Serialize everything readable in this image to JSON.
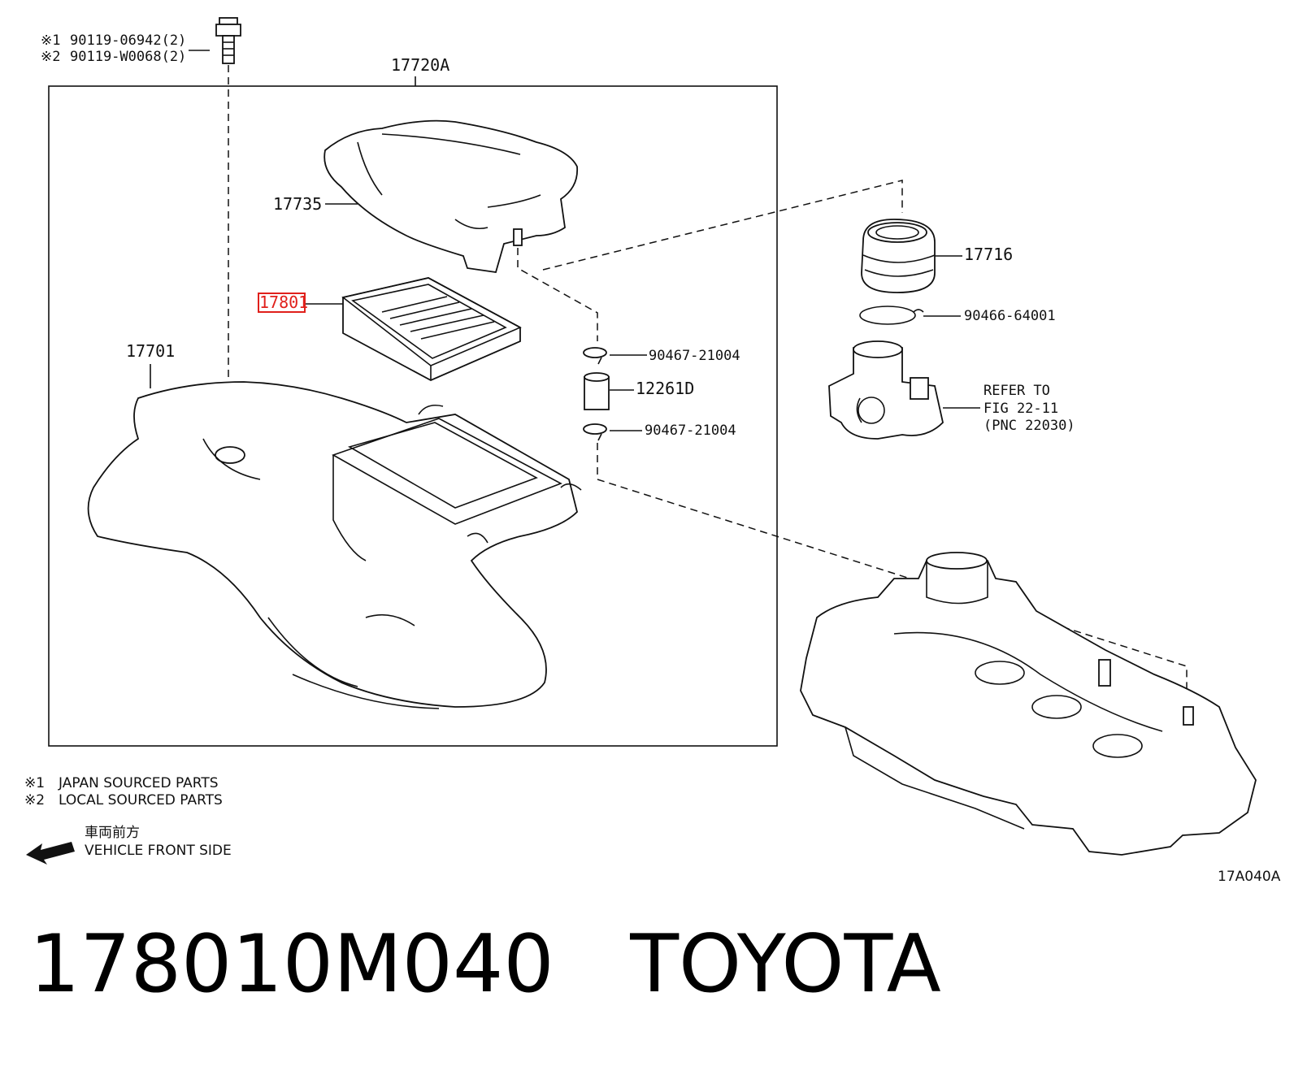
{
  "diagram": {
    "legend_top": [
      {
        "mark": "※1",
        "text": "90119-06942(2)"
      },
      {
        "mark": "※2",
        "text": "90119-W0068(2)"
      }
    ],
    "assembly_label": "17720A",
    "parts": {
      "cover": "17735",
      "filter": "17801",
      "lower_case": "17701",
      "joint": "17716",
      "ring": "90466-64001",
      "clip_upper": "90467-21004",
      "clip_lower": "90467-21004",
      "hose": "12261D"
    },
    "refer": {
      "line1": "REFER TO",
      "line2": "FIG 22-11",
      "line3": "(PNC 22030)"
    },
    "notes": [
      {
        "mark": "※1",
        "text": "JAPAN SOURCED PARTS"
      },
      {
        "mark": "※2",
        "text": "LOCAL SOURCED PARTS"
      }
    ],
    "direction": {
      "japanese": "車両前方",
      "english": "VEHICLE FRONT SIDE"
    },
    "figure_code": "17A040A",
    "highlight_color": "#e0201b"
  },
  "caption": {
    "part_number": "178010M040",
    "brand": "TOYOTA"
  }
}
